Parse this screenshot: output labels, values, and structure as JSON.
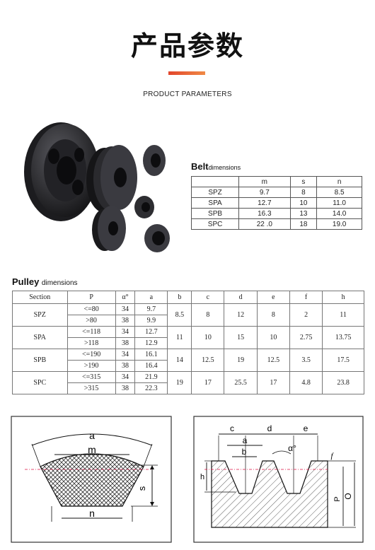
{
  "header": {
    "title": "产品参数",
    "subtitle": "PRODUCT PARAMETERS"
  },
  "belt": {
    "heading_bold": "Belt",
    "heading_small": "dimensions",
    "columns": [
      "",
      "m",
      "s",
      "n"
    ],
    "rows": [
      [
        "SPZ",
        "9.7",
        "8",
        "8.5"
      ],
      [
        "SPA",
        "12.7",
        "10",
        "11.0"
      ],
      [
        "SPB",
        "16.3",
        "13",
        "14.0"
      ],
      [
        "SPC",
        "22 .0",
        "18",
        "19.0"
      ]
    ]
  },
  "pulley": {
    "heading_bold": "Pulley",
    "heading_small": "dimensions",
    "columns": [
      "Section",
      "P",
      "α°",
      "a",
      "b",
      "c",
      "d",
      "e",
      "f",
      "h"
    ],
    "sections": [
      {
        "name": "SPZ",
        "rows": [
          [
            "<=80",
            "34",
            "9.7"
          ],
          [
            ">80",
            "38",
            "9.9"
          ]
        ],
        "b": "8.5",
        "c": "8",
        "d": "12",
        "e": "8",
        "f": "2",
        "h": "11"
      },
      {
        "name": "SPA",
        "rows": [
          [
            "<=118",
            "34",
            "12.7"
          ],
          [
            ">118",
            "38",
            "12.9"
          ]
        ],
        "b": "11",
        "c": "10",
        "d": "15",
        "e": "10",
        "f": "2.75",
        "h": "13.75"
      },
      {
        "name": "SPB",
        "rows": [
          [
            "<=190",
            "34",
            "16.1"
          ],
          [
            ">190",
            "38",
            "16.4"
          ]
        ],
        "b": "14",
        "c": "12.5",
        "d": "19",
        "e": "12.5",
        "f": "3.5",
        "h": "17.5"
      },
      {
        "name": "SPC",
        "rows": [
          [
            "<=315",
            "34",
            "21.9"
          ],
          [
            ">315",
            "38",
            "22.3"
          ]
        ],
        "b": "19",
        "c": "17",
        "d": "25.5",
        "e": "17",
        "f": "4.8",
        "h": "23.8"
      }
    ]
  },
  "diagram_belt": {
    "a": "a",
    "m": "m",
    "s": "s",
    "n": "n"
  },
  "diagram_pulley": {
    "c": "c",
    "d": "d",
    "e": "e",
    "a": "a",
    "b": "b",
    "alpha": "α°",
    "f": "f",
    "h": "h",
    "P": "P",
    "O": "O"
  }
}
